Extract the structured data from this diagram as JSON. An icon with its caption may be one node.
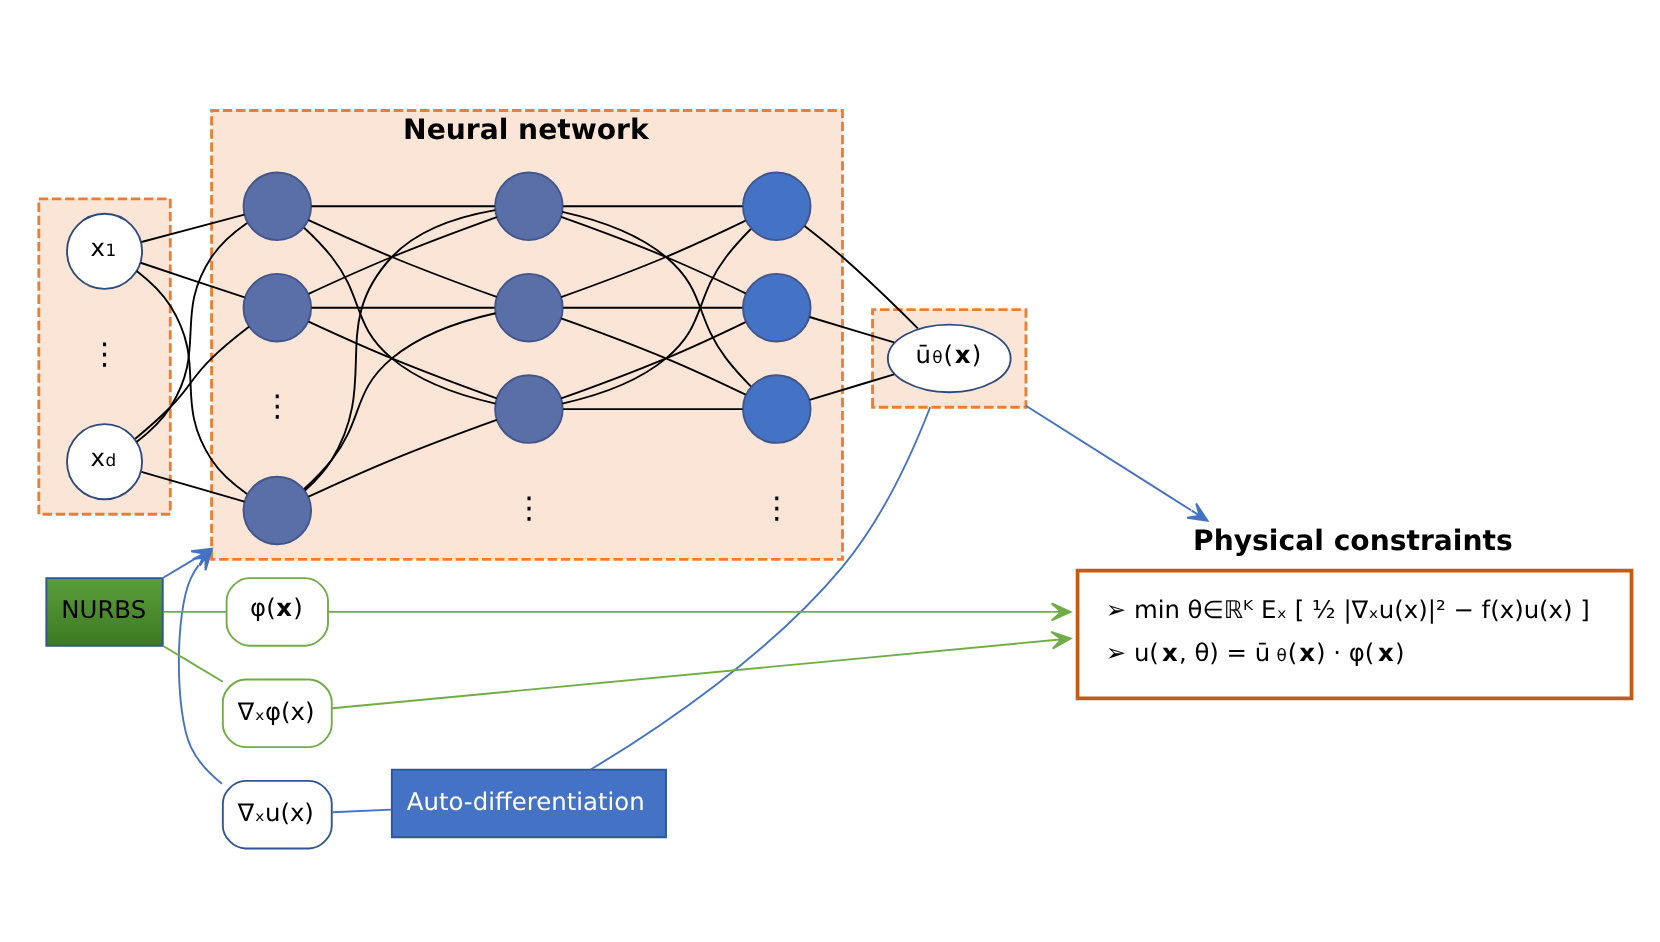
{
  "diagram": {
    "nodes": [
      {
        "text": [],
        "shape": "box"
      },
      {
        "text": [
          "x$_{1}$"
        ],
        "in": 0
      },
      {
        "text": [
          "x$_{d}$"
        ],
        "in": 0
      },
      {
        "text": [
          "Neural network"
        ]
      },
      {
        "text": [],
        "shape": "circle",
        "in": 3
      },
      {
        "text": [],
        "shape": "circle",
        "in": 3
      },
      {
        "text": [],
        "shape": "circle",
        "in": 3
      },
      {
        "text": [],
        "shape": "circle",
        "in": 3
      },
      {
        "text": [],
        "shape": "circle",
        "in": 3
      },
      {
        "text": [],
        "shape": "circle",
        "in": 3
      },
      {
        "text": [],
        "shape": "circle",
        "in": 3
      },
      {
        "text": [],
        "shape": "circle",
        "in": 3
      },
      {
        "text": [],
        "shape": "circle",
        "in": 3
      },
      {
        "text": [],
        "shape": "box"
      },
      {
        "text": [
          "ū$_{θ}$(**x**)"
        ],
        "in": 13
      },
      {
        "text": [
          "Physical constraints",
          "➢ min θ∈ℝᴷ Eₓ [ ½ |∇ₓu(x)|² − f(x)u(x) ]",
          "➢ u(**x**, θ) = ū$_{θ}$(**x**) · φ(**x**)"
        ]
      },
      {
        "text": [
          "∇ₓu(x)"
        ]
      },
      {
        "text": [
          "Auto-differentiation"
        ]
      },
      {
        "text": [
          "NURBS"
        ]
      },
      {
        "text": [
          "φ(**x**)"
        ]
      },
      {
        "text": [
          "∇ₓφ(x)"
        ]
      }
    ],
    "edges": [
      {
        "from": 1,
        "to": 4,
        "arrow": "none"
      },
      {
        "from": 1,
        "to": 5,
        "arrow": "none"
      },
      {
        "from": 1,
        "to": 6,
        "arrow": "none"
      },
      {
        "from": 2,
        "to": 4,
        "arrow": "none"
      },
      {
        "from": 2,
        "to": 5,
        "arrow": "none"
      },
      {
        "from": 2,
        "to": 6,
        "arrow": "none"
      },
      {
        "from": 4,
        "to": 7,
        "arrow": "none"
      },
      {
        "from": 4,
        "to": 8,
        "arrow": "none"
      },
      {
        "from": 4,
        "to": 9,
        "arrow": "none"
      },
      {
        "from": 5,
        "to": 7,
        "arrow": "none"
      },
      {
        "from": 5,
        "to": 8,
        "arrow": "none"
      },
      {
        "from": 5,
        "to": 9,
        "arrow": "none"
      },
      {
        "from": 6,
        "to": 7,
        "arrow": "none"
      },
      {
        "from": 6,
        "to": 8,
        "arrow": "none"
      },
      {
        "from": 6,
        "to": 9,
        "arrow": "none"
      },
      {
        "from": 7,
        "to": 10,
        "arrow": "none"
      },
      {
        "from": 7,
        "to": 11,
        "arrow": "none"
      },
      {
        "from": 7,
        "to": 12,
        "arrow": "none"
      },
      {
        "from": 8,
        "to": 10,
        "arrow": "none"
      },
      {
        "from": 8,
        "to": 11,
        "arrow": "none"
      },
      {
        "from": 8,
        "to": 12,
        "arrow": "none"
      },
      {
        "from": 9,
        "to": 10,
        "arrow": "none"
      },
      {
        "from": 9,
        "to": 11,
        "arrow": "none"
      },
      {
        "from": 9,
        "to": 12,
        "arrow": "none"
      },
      {
        "from": 10,
        "to": 14,
        "arrow": "none"
      },
      {
        "from": 11,
        "to": 14,
        "arrow": "none"
      },
      {
        "from": 12,
        "to": 14,
        "arrow": "none"
      },
      {
        "from": 13,
        "to": 15,
        "arrow": "to",
        "color": "#4472c4"
      },
      {
        "from": 13,
        "to": 17,
        "arrow": "none",
        "color": "#4472c4"
      },
      {
        "from": 17,
        "to": 16,
        "arrow": "none",
        "color": "#4472c4"
      },
      {
        "from": 16,
        "to": 3,
        "arrow": "to",
        "color": "#4472c4"
      },
      {
        "from": 18,
        "to": 3,
        "arrow": "to",
        "color": "#4472c4"
      },
      {
        "from": 18,
        "to": 19,
        "arrow": "none",
        "color": "#70ad47"
      },
      {
        "from": 18,
        "to": 20,
        "arrow": "none",
        "color": "#70ad47"
      },
      {
        "from": 19,
        "to": 15,
        "arrow": "to",
        "color": "#70ad47"
      },
      {
        "from": 20,
        "to": 15,
        "arrow": "to",
        "color": "#70ad47"
      }
    ],
    "labels": [
      "⋮",
      "⋮",
      "⋮",
      "⋮"
    ]
  }
}
